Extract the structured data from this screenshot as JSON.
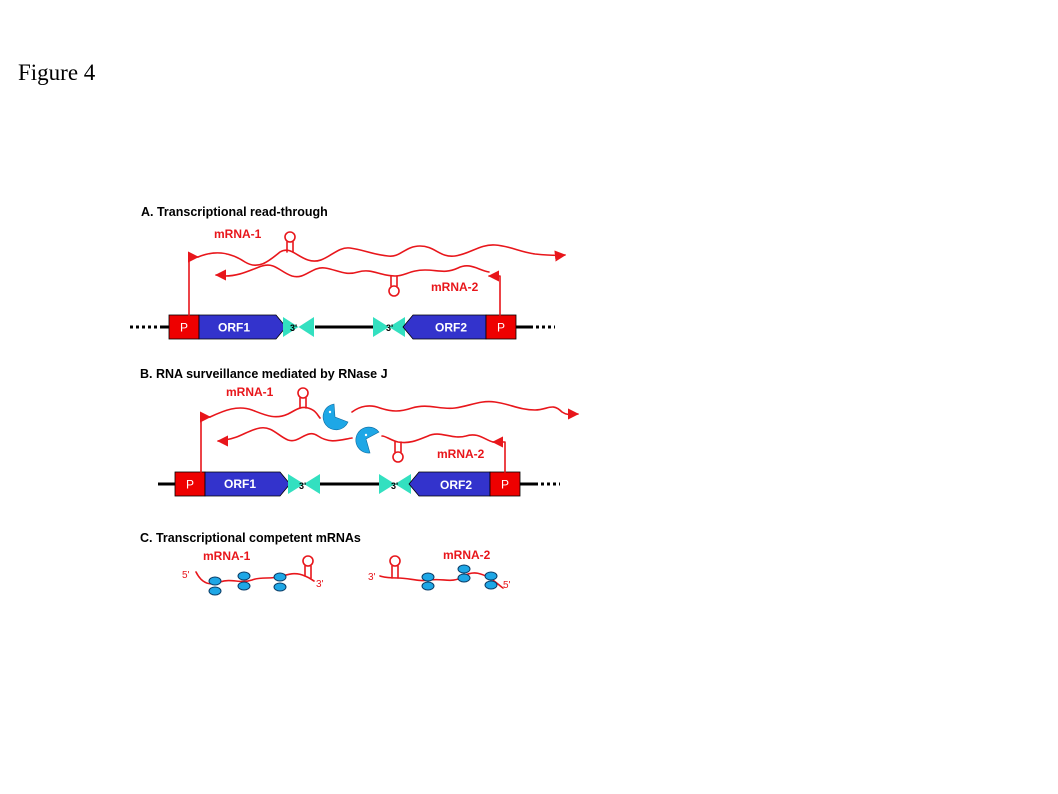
{
  "figure_title": "Figure 4",
  "colors": {
    "rna": "#e8161b",
    "promoter": "#ee0000",
    "orf": "#3333cc",
    "terminator": "#33e0c0",
    "ribosome": "#1ea7e6",
    "rnase_j": "#1ea7e6",
    "dna": "#000000"
  },
  "panel_a": {
    "title": "A. Transcriptional read-through",
    "mrna1": "mRNA-1",
    "mrna2": "mRNA-2",
    "promoter_left": "P",
    "orf1": "ORF1",
    "term_left": "3'",
    "term_right": "3'",
    "orf2": "ORF2",
    "promoter_right": "P"
  },
  "panel_b": {
    "title": "B. RNA surveillance mediated by RNase J",
    "mrna1": "mRNA-1",
    "mrna2": "mRNA-2",
    "promoter_left": "P",
    "orf1": "ORF1",
    "term_left": "3'",
    "term_right": "3'",
    "orf2": "ORF2",
    "promoter_right": "P"
  },
  "panel_c": {
    "title": "C. Transcriptional competent mRNAs",
    "mrna1": "mRNA-1",
    "mrna1_5end": "5'",
    "mrna1_3end": "3'",
    "mrna2": "mRNA-2",
    "mrna2_3end": "3'",
    "mrna2_5end": "5'"
  }
}
